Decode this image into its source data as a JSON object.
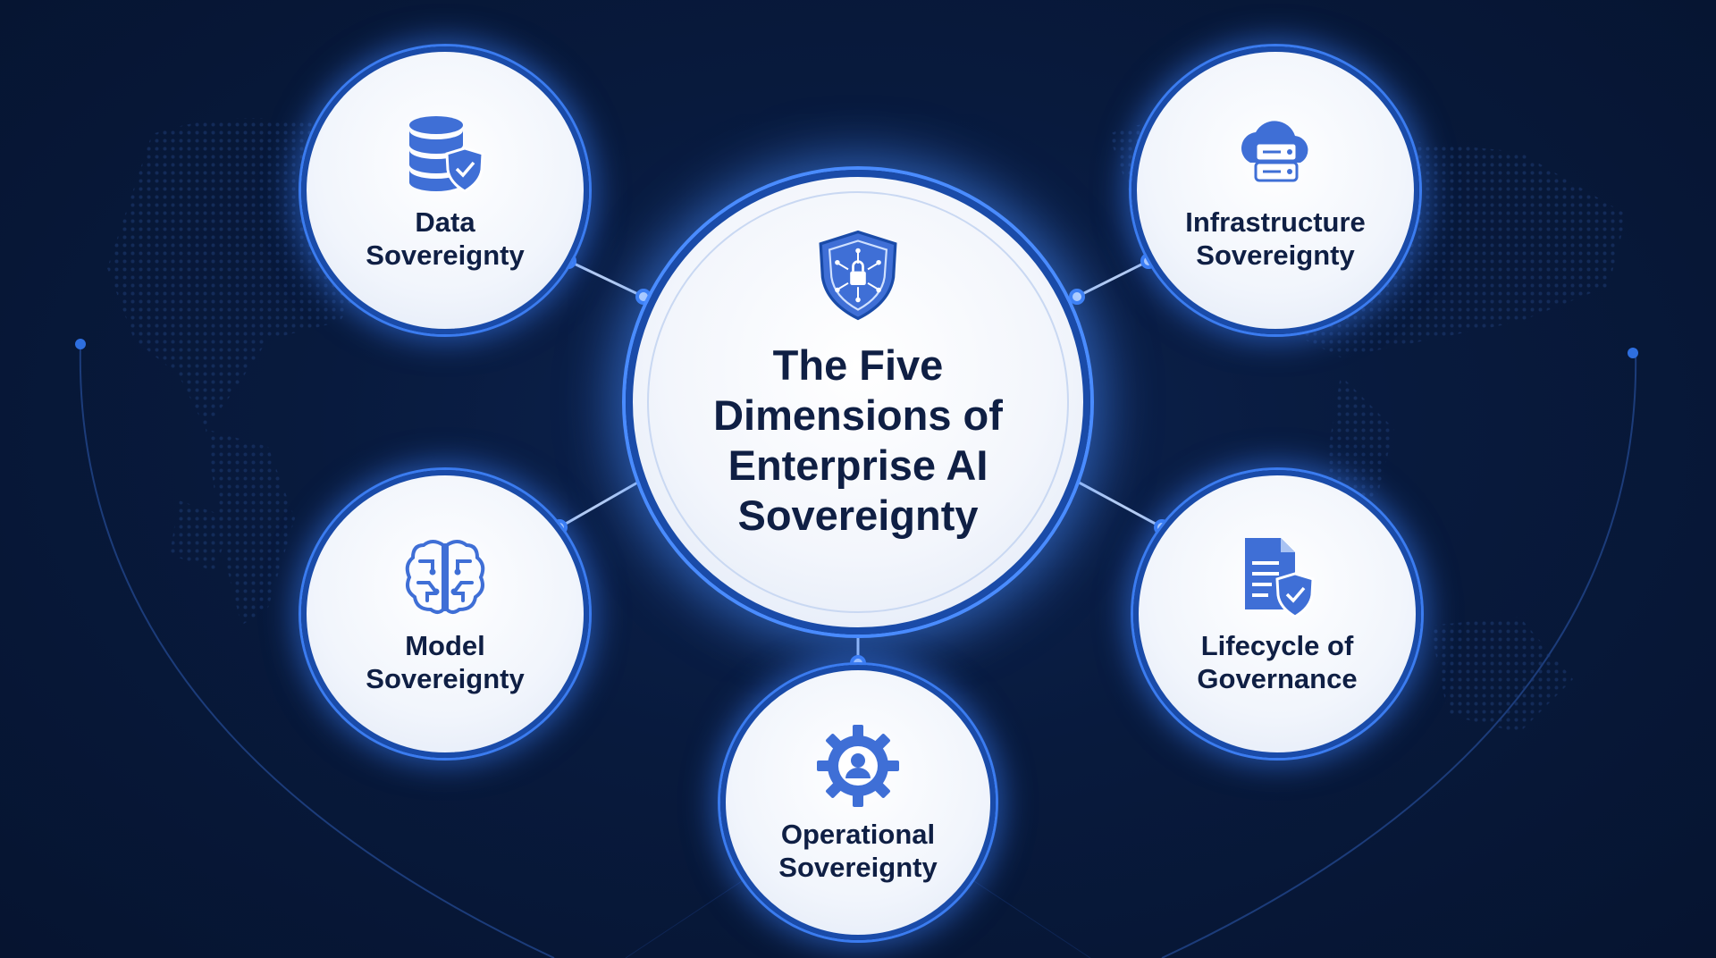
{
  "colors": {
    "background": "#081a3d",
    "accent": "#3b7cf0",
    "icon": "#3f6fd6",
    "text": "#0f1f44",
    "node_border": "#1a4ba8"
  },
  "center": {
    "title": "The Five\nDimensions of\nEnterprise AI\nSovereignty",
    "icon": "shield-lock-icon"
  },
  "dimensions": [
    {
      "label": "Data\nSovereignty",
      "icon": "database-shield-icon"
    },
    {
      "label": "Infrastructure\nSovereignty",
      "icon": "cloud-server-icon"
    },
    {
      "label": "Model\nSovereignty",
      "icon": "brain-circuit-icon"
    },
    {
      "label": "Lifecycle of\nGovernance",
      "icon": "document-shield-icon"
    },
    {
      "label": "Operational\nSovereignty",
      "icon": "gear-user-icon"
    }
  ]
}
